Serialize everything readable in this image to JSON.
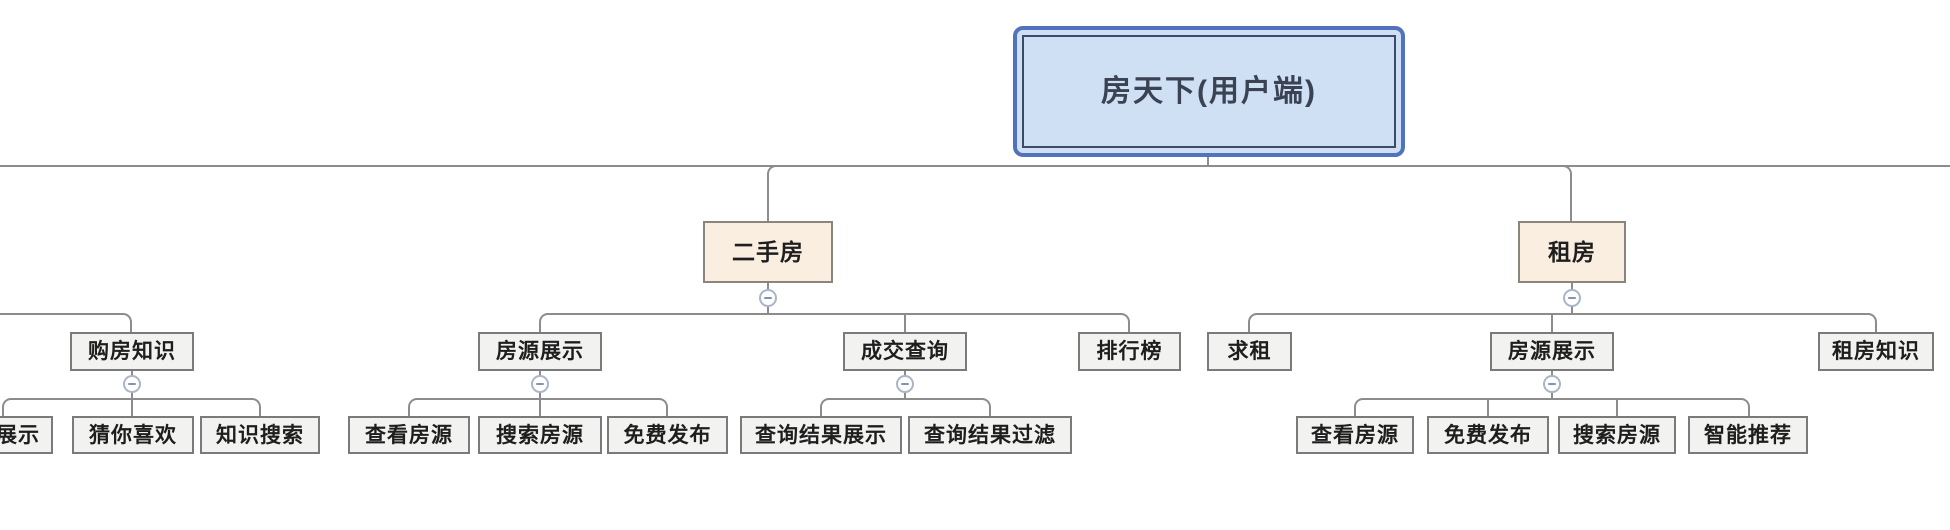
{
  "mindmap": {
    "colors": {
      "background": "#ffffff",
      "connector_line": "#8c8c8c",
      "node_fill": "#f2f2f1",
      "node_border": "#7a7a7a",
      "node_text": "#1e1e1e",
      "category_fill": "#faeee1",
      "category_border": "#8a857d",
      "root_fill": "#cfe0f5",
      "root_outer_border": "#5273bb",
      "root_inner_border": "#3d4a68",
      "root_text": "#3a4254",
      "collapse_ring": "#a9b5c8",
      "collapse_dash": "#8492ad",
      "collapse_fill": "#fdfdfd"
    },
    "icons": {
      "collapse_button": "minus-icon"
    },
    "tree": {
      "id": "root",
      "label": "房天下(用户端)",
      "children": [
        {
          "id": "secondhand-house",
          "label": "二手房",
          "variant": "category",
          "children": [
            {
              "id": "listing-display-secondhand",
              "label": "房源展示",
              "children": [
                {
                  "id": "view-listings-secondhand",
                  "label": "查看房源"
                },
                {
                  "id": "search-listings-secondhand",
                  "label": "搜索房源"
                },
                {
                  "id": "free-publish-secondhand",
                  "label": "免费发布"
                }
              ]
            },
            {
              "id": "deal-query",
              "label": "成交查询",
              "children": [
                {
                  "id": "query-result-display",
                  "label": "查询结果展示"
                },
                {
                  "id": "query-result-filter",
                  "label": "查询结果过滤"
                }
              ]
            },
            {
              "id": "ranking-list",
              "label": "排行榜"
            }
          ]
        },
        {
          "id": "renting",
          "label": "租房",
          "variant": "category",
          "children": [
            {
              "id": "seek-rent",
              "label": "求租"
            },
            {
              "id": "listing-display-rent",
              "label": "房源展示",
              "children": [
                {
                  "id": "view-listings-rent",
                  "label": "查看房源"
                },
                {
                  "id": "free-publish-rent",
                  "label": "免费发布"
                },
                {
                  "id": "search-listings-rent",
                  "label": "搜索房源"
                },
                {
                  "id": "smart-recommend",
                  "label": "智能推荐"
                }
              ]
            },
            {
              "id": "rent-knowledge",
              "label": "租房知识"
            }
          ]
        }
      ]
    },
    "partially_visible_branch": {
      "id": "buy-house-knowledge",
      "label": "购房知识",
      "children": [
        {
          "id": "display-truncated",
          "label": "展示",
          "truncated_left": true
        },
        {
          "id": "guess-you-like",
          "label": "猜你喜欢"
        },
        {
          "id": "knowledge-search",
          "label": "知识搜索"
        }
      ]
    }
  }
}
